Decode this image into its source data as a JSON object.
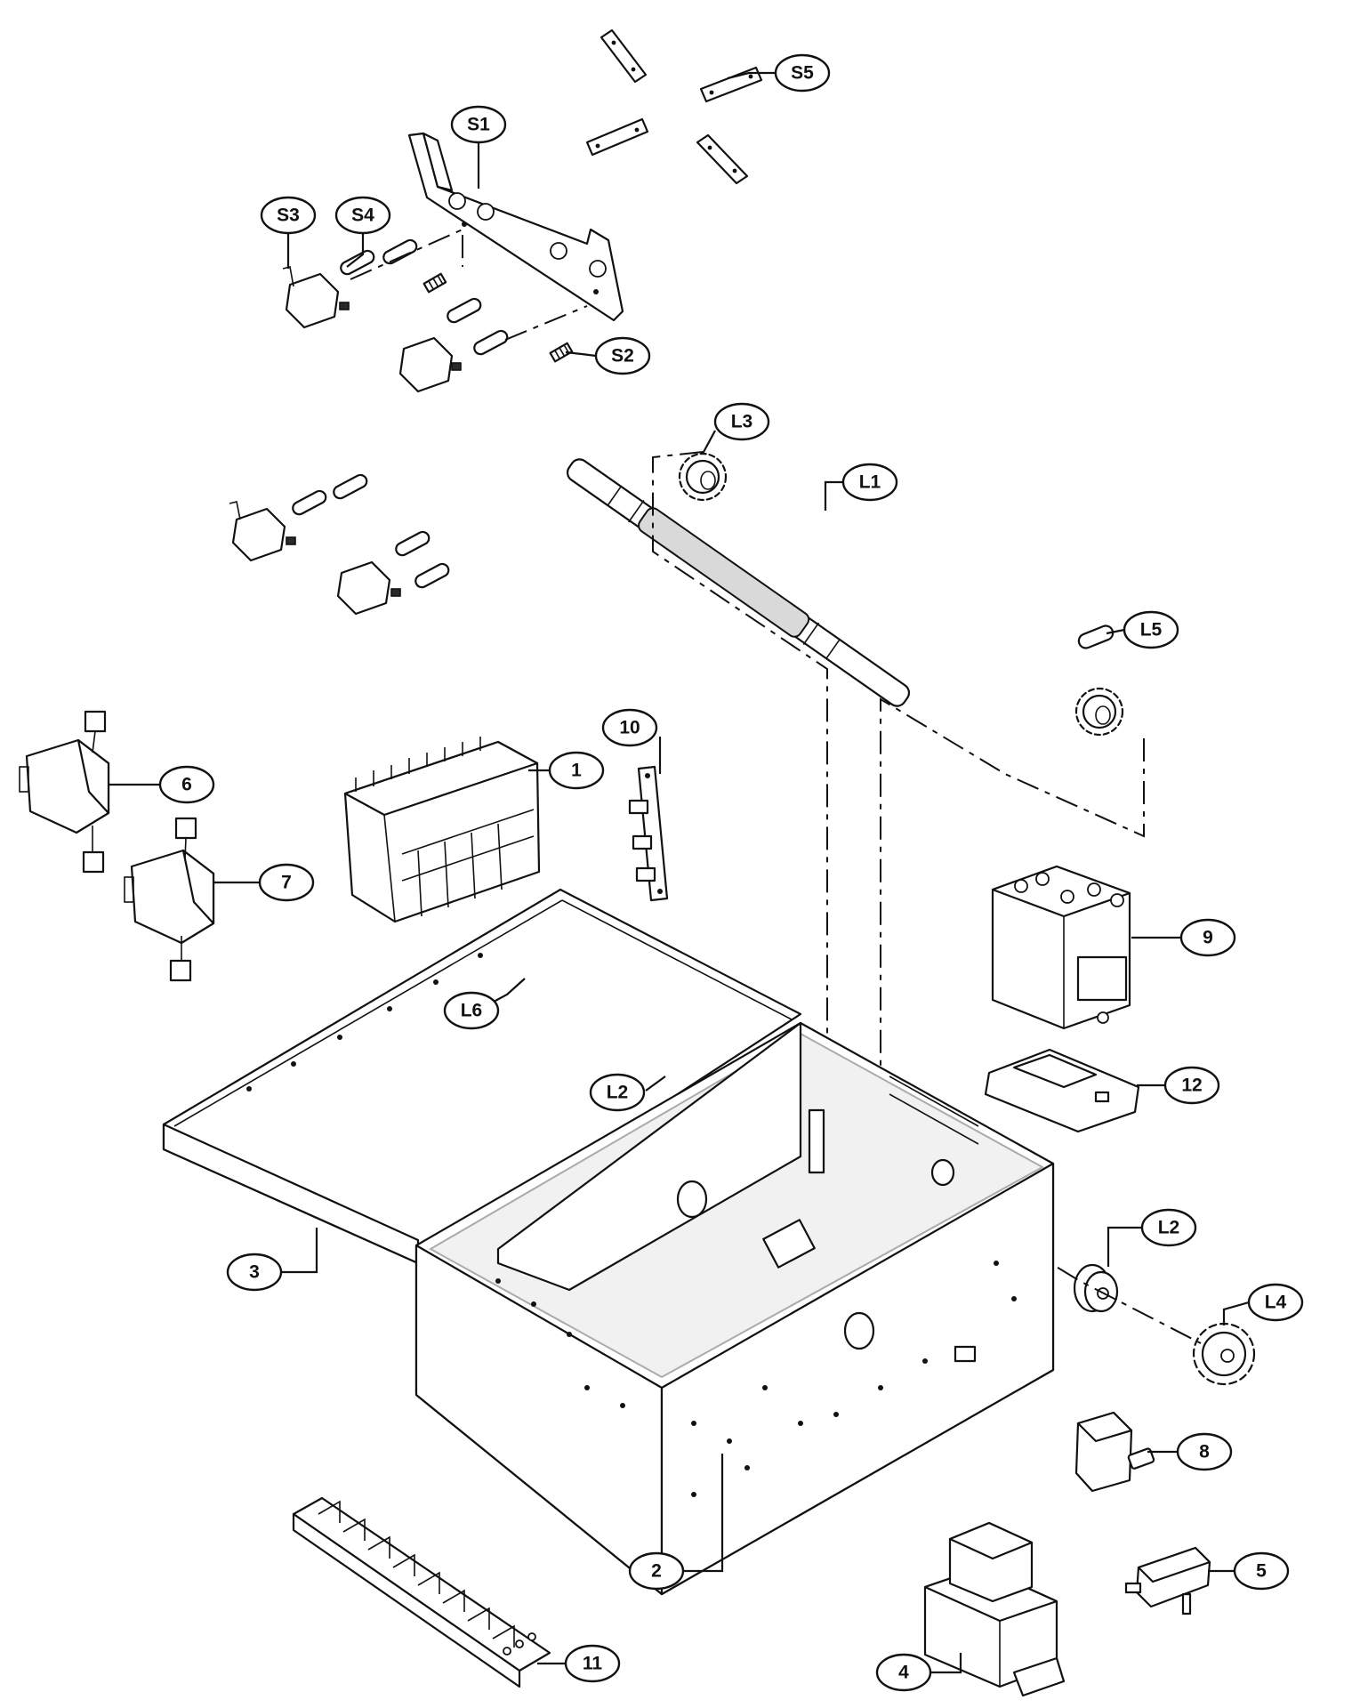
{
  "diagram": {
    "type": "exploded-parts-view",
    "callouts": [
      {
        "id": "S5",
        "label": "S5"
      },
      {
        "id": "S1",
        "label": "S1"
      },
      {
        "id": "S3",
        "label": "S3"
      },
      {
        "id": "S4",
        "label": "S4"
      },
      {
        "id": "S2",
        "label": "S2"
      },
      {
        "id": "L3",
        "label": "L3"
      },
      {
        "id": "L1",
        "label": "L1"
      },
      {
        "id": "L5",
        "label": "L5"
      },
      {
        "id": "10",
        "label": "10"
      },
      {
        "id": "1",
        "label": "1"
      },
      {
        "id": "6",
        "label": "6"
      },
      {
        "id": "7",
        "label": "7"
      },
      {
        "id": "9",
        "label": "9"
      },
      {
        "id": "L6",
        "label": "L6"
      },
      {
        "id": "L2-upper",
        "label": "L2"
      },
      {
        "id": "12",
        "label": "12"
      },
      {
        "id": "L2-lower",
        "label": "L2"
      },
      {
        "id": "3",
        "label": "3"
      },
      {
        "id": "L4",
        "label": "L4"
      },
      {
        "id": "8",
        "label": "8"
      },
      {
        "id": "2",
        "label": "2"
      },
      {
        "id": "5",
        "label": "5"
      },
      {
        "id": "11",
        "label": "11"
      },
      {
        "id": "4",
        "label": "4"
      }
    ]
  }
}
